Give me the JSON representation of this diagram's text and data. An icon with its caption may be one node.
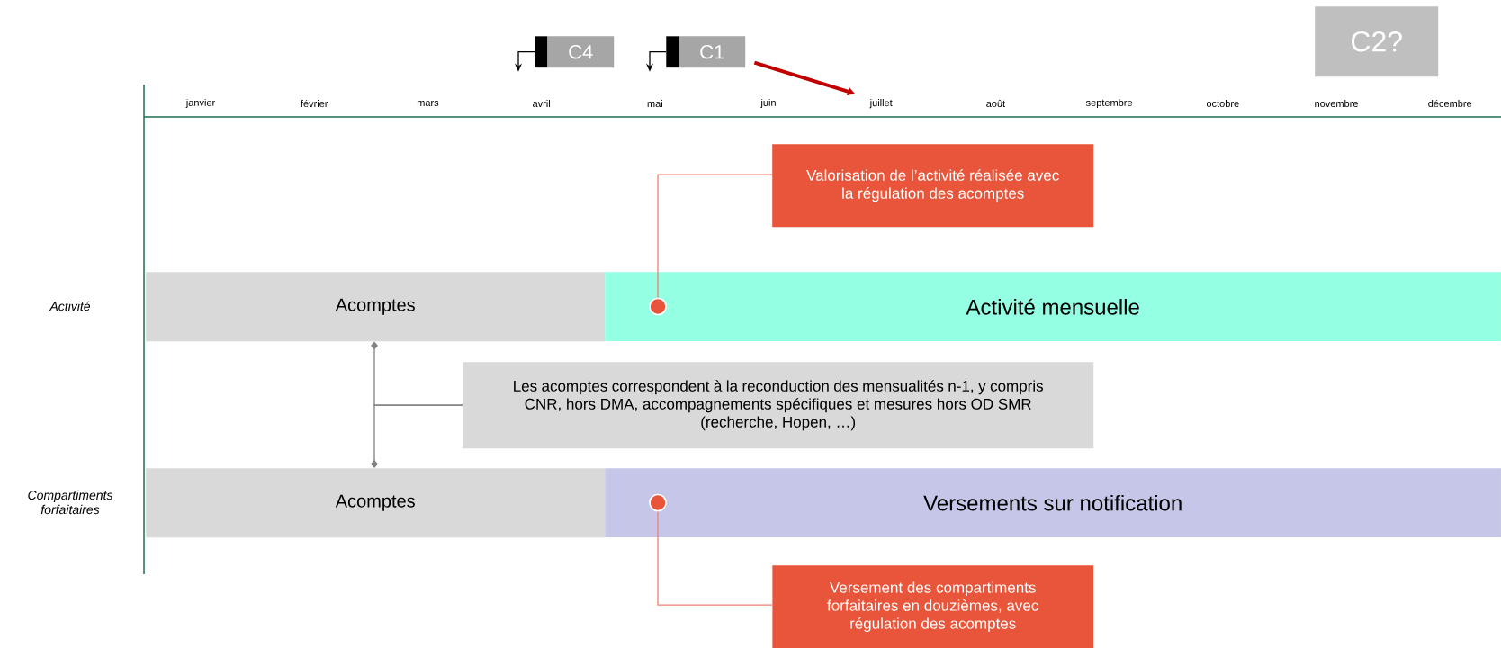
{
  "diagram": {
    "nodes": [
      {
        "text": [
          "C4"
        ]
      },
      {
        "text": [
          "C1"
        ]
      },
      {
        "text": [
          "C2?"
        ]
      },
      {
        "text": [
          "Acomptes"
        ]
      },
      {
        "text": [
          "Activité mensuelle"
        ]
      },
      {
        "text": [
          "Acomptes"
        ]
      },
      {
        "text": [
          "Versements sur notification"
        ]
      },
      {
        "text": [
          "Les acomptes correspondent à la reconduction des mensualités n-1, y compris CNR, hors DMA, accompagnements spécifiques et mesures hors OD SMR (recherche, Hopen, …)"
        ]
      },
      {
        "text": [
          "Valorisation de l’activité réalisée avec la régulation des acomptes"
        ]
      },
      {
        "text": [
          "Versement des compartiments forfaitaires en douzièmes, avec régulation des acomptes"
        ]
      },
      {
        "text": [],
        "shape": "circle",
        "in": 4
      },
      {
        "text": [],
        "shape": "circle",
        "in": 6
      },
      {
        "text": [
          "juillet"
        ]
      }
    ],
    "edges": [
      {
        "from": 0,
        "to": null,
        "arrow": "to"
      },
      {
        "from": 1,
        "to": null,
        "arrow": "to"
      },
      {
        "from": 1,
        "to": 12,
        "arrow": "to",
        "style": "thick",
        "color": "#c00000"
      },
      {
        "from": 7,
        "to": 3,
        "arrow": "other",
        "color": "#808080"
      },
      {
        "from": 7,
        "to": 5,
        "arrow": "other",
        "color": "#808080"
      },
      {
        "from": 8,
        "to": 10,
        "arrow": "none",
        "color": "#f08070"
      },
      {
        "from": 9,
        "to": 11,
        "arrow": "none",
        "color": "#f08070"
      }
    ],
    "labels": [
      "janvier",
      "février",
      "mars",
      "avril",
      "mai",
      "juin",
      "août",
      "septembre",
      "octobre",
      "novembre",
      "décembre",
      "Activité",
      "Compartiments forfaitaires"
    ]
  }
}
